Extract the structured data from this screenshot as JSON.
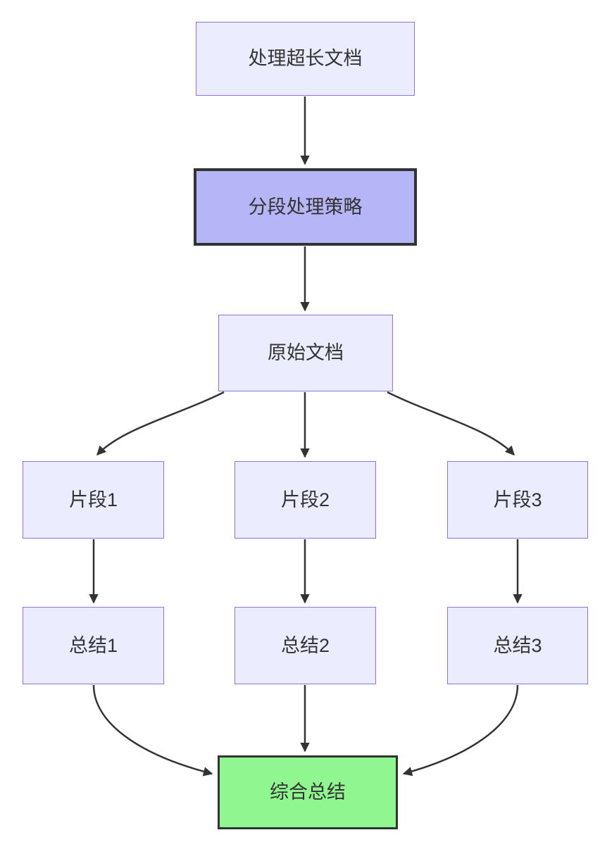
{
  "diagram": {
    "type": "flowchart",
    "direction": "top-down",
    "colors": {
      "node_fill": "#ECECFF",
      "node_border": "#9370DB",
      "highlight_fill": "#b5b5f7",
      "highlight_border": "#333333",
      "success_fill": "#90f690",
      "success_border": "#333333",
      "edge": "#333333",
      "text": "#333333",
      "background": "#ffffff"
    },
    "nodes": [
      {
        "id": "process-long-doc",
        "label": "处理超长文档",
        "style": "default"
      },
      {
        "id": "segment-strategy",
        "label": "分段处理策略",
        "style": "highlight"
      },
      {
        "id": "original-doc",
        "label": "原始文档",
        "style": "default"
      },
      {
        "id": "fragment-1",
        "label": "片段1",
        "style": "default"
      },
      {
        "id": "fragment-2",
        "label": "片段2",
        "style": "default"
      },
      {
        "id": "fragment-3",
        "label": "片段3",
        "style": "default"
      },
      {
        "id": "summary-1",
        "label": "总结1",
        "style": "default"
      },
      {
        "id": "summary-2",
        "label": "总结2",
        "style": "default"
      },
      {
        "id": "summary-3",
        "label": "总结3",
        "style": "default"
      },
      {
        "id": "final-summary",
        "label": "综合总结",
        "style": "success"
      }
    ],
    "edges": [
      {
        "from": "process-long-doc",
        "to": "segment-strategy"
      },
      {
        "from": "segment-strategy",
        "to": "original-doc"
      },
      {
        "from": "original-doc",
        "to": "fragment-1"
      },
      {
        "from": "original-doc",
        "to": "fragment-2"
      },
      {
        "from": "original-doc",
        "to": "fragment-3"
      },
      {
        "from": "fragment-1",
        "to": "summary-1"
      },
      {
        "from": "fragment-2",
        "to": "summary-2"
      },
      {
        "from": "fragment-3",
        "to": "summary-3"
      },
      {
        "from": "summary-1",
        "to": "final-summary"
      },
      {
        "from": "summary-2",
        "to": "final-summary"
      },
      {
        "from": "summary-3",
        "to": "final-summary"
      }
    ]
  }
}
